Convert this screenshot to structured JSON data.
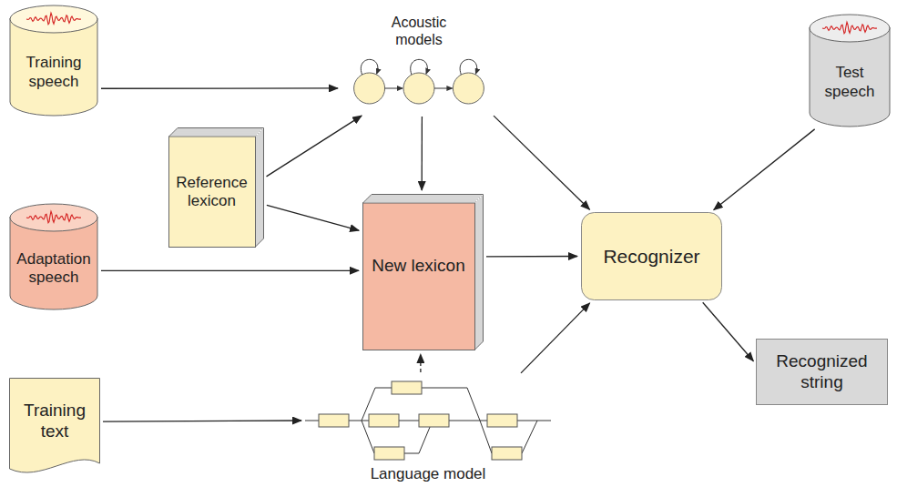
{
  "diagram": {
    "nodes": [
      {
        "text": [
          "Training speech"
        ]
      },
      {
        "text": [
          "Adaptation speech"
        ]
      },
      {
        "text": [
          "Training text"
        ]
      },
      {
        "text": [
          "Reference lexicon"
        ]
      },
      {
        "text": [
          "Acoustic models"
        ]
      },
      {
        "text": [
          "New lexicon"
        ]
      },
      {
        "text": [
          "Language model"
        ]
      },
      {
        "text": [
          "Recognizer"
        ]
      },
      {
        "text": [
          "Test speech"
        ]
      },
      {
        "text": [
          "Recognized string"
        ]
      }
    ],
    "edges": [
      {
        "from": 0,
        "to": 4,
        "arrow": "to"
      },
      {
        "from": 3,
        "to": 4,
        "arrow": "to"
      },
      {
        "from": 3,
        "to": 5,
        "arrow": "to"
      },
      {
        "from": 4,
        "to": 5,
        "arrow": "to"
      },
      {
        "from": 1,
        "to": 5,
        "arrow": "to"
      },
      {
        "from": 2,
        "to": 6,
        "arrow": "to"
      },
      {
        "from": 6,
        "to": 5,
        "arrow": "to"
      },
      {
        "from": 4,
        "to": 7,
        "arrow": "to"
      },
      {
        "from": 5,
        "to": 7,
        "arrow": "to"
      },
      {
        "from": 6,
        "to": 7,
        "arrow": "to"
      },
      {
        "from": 8,
        "to": 7,
        "arrow": "to"
      },
      {
        "from": 7,
        "to": 9,
        "arrow": "to"
      }
    ]
  }
}
